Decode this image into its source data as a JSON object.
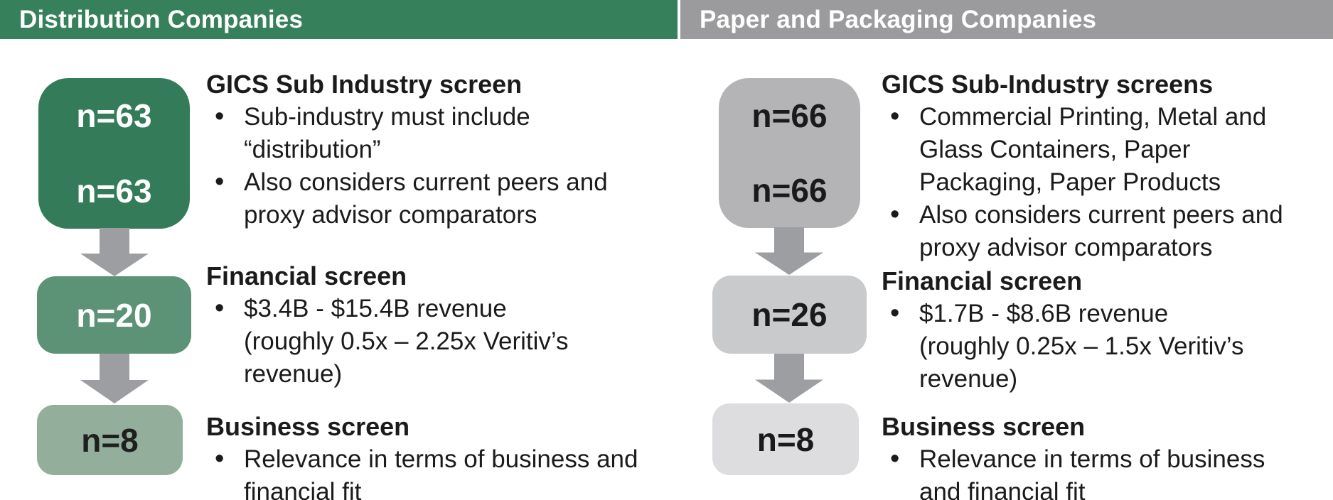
{
  "colors": {
    "background": "#FFFFFF",
    "arrow": "#9C9EA1",
    "text": "#1B1B1B"
  },
  "columns": [
    {
      "header": {
        "label": "Distribution Companies",
        "bg": "#36805C",
        "text_color": "#FFFFFF"
      },
      "boxes": [
        {
          "labels": [
            "n=63",
            "n=63"
          ],
          "bg": "#337B59",
          "text_color": "#FFFFFF"
        },
        {
          "labels": [
            "n=20"
          ],
          "bg": "#5C9376",
          "text_color": "#FFFFFF"
        },
        {
          "labels": [
            "n=8"
          ],
          "bg": "#93AF9C",
          "text_color": "#1F1F1F"
        }
      ],
      "sections": [
        {
          "heading": "GICS Sub Industry screen",
          "bullets": [
            "Sub-industry must include\n“distribution”",
            "Also considers current peers and\nproxy advisor comparators"
          ]
        },
        {
          "heading": "Financial screen",
          "bullets": [
            "$3.4B - $15.4B revenue\n(roughly 0.5x – 2.25x Veritiv’s\nrevenue)"
          ]
        },
        {
          "heading": "Business screen",
          "bullets": [
            "Relevance in terms of business and\nfinancial fit"
          ]
        }
      ]
    },
    {
      "header": {
        "label": "Paper and Packaging Companies",
        "bg": "#9B9B9D",
        "text_color": "#FFFFFF"
      },
      "boxes": [
        {
          "labels": [
            "n=66",
            "n=66"
          ],
          "bg": "#B4B4B6",
          "text_color": "#1A1A1A"
        },
        {
          "labels": [
            "n=26"
          ],
          "bg": "#C9CACC",
          "text_color": "#1A1A1A"
        },
        {
          "labels": [
            "n=8"
          ],
          "bg": "#DDDDDF",
          "text_color": "#1A1A1A"
        }
      ],
      "sections": [
        {
          "heading": "GICS Sub-Industry screens",
          "bullets": [
            "Commercial Printing, Metal and\nGlass Containers, Paper\nPackaging, Paper Products",
            "Also considers current peers and\nproxy advisor comparators"
          ]
        },
        {
          "heading": "Financial screen",
          "bullets": [
            "$1.7B - $8.6B revenue\n(roughly 0.25x – 1.5x Veritiv’s\nrevenue)"
          ]
        },
        {
          "heading": "Business screen",
          "bullets": [
            "Relevance in terms of business\nand financial fit"
          ]
        }
      ]
    }
  ]
}
